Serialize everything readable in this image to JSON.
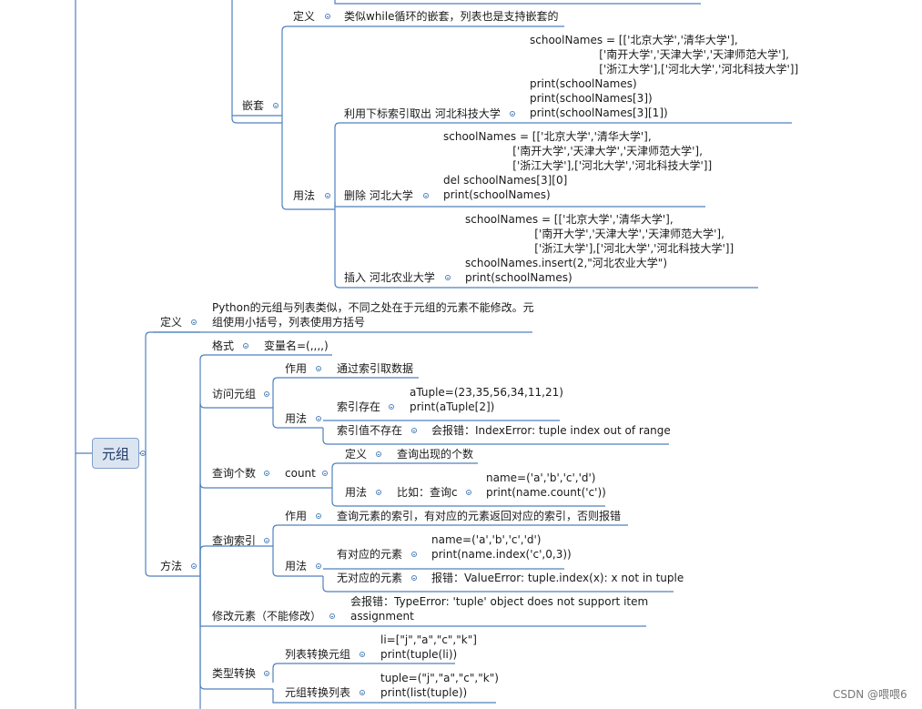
{
  "root": {
    "label": "元组"
  },
  "nesting": {
    "label": "嵌套",
    "definition": {
      "label": "定义",
      "text": "类似while循环的嵌套，列表也是支持嵌套的"
    },
    "usage": {
      "label": "用法",
      "index": {
        "label": "利用下标索引取出 河北科技大学",
        "code": "schoolNames = [['北京大学','清华大学'],\n                    ['南开大学','天津大学','天津师范大学'],\n                    ['浙江大学'],['河北大学','河北科技大学']]\nprint(schoolNames)\nprint(schoolNames[3])\nprint(schoolNames[3][1])"
      },
      "delete": {
        "label": "删除 河北大学",
        "code": "schoolNames = [['北京大学','清华大学'],\n                    ['南开大学','天津大学','天津师范大学'],\n                    ['浙江大学'],['河北大学','河北科技大学']]\ndel schoolNames[3][0]\nprint(schoolNames)"
      },
      "insert": {
        "label": "插入 河北农业大学",
        "code": "schoolNames = [['北京大学','清华大学'],\n                    ['南开大学','天津大学','天津师范大学'],\n                    ['浙江大学'],['河北大学','河北科技大学']]\nschoolNames.insert(2,\"河北农业大学\")\nprint(schoolNames)"
      }
    }
  },
  "tuple_definition": {
    "label": "定义",
    "text": "Python的元组与列表类似，不同之处在于元组的元素不能修改。元\n组使用小括号，列表使用方括号"
  },
  "methods": {
    "label": "方法",
    "format": {
      "label": "格式",
      "text": "变量名=(,,,,)"
    },
    "access": {
      "label": "访问元组",
      "purpose": {
        "label": "作用",
        "text": "通过索引取数据"
      },
      "usage": {
        "label": "用法",
        "exists": {
          "label": "索引存在",
          "code": "aTuple=(23,35,56,34,11,21)\nprint(aTuple[2])"
        },
        "missing": {
          "label": "索引值不存在",
          "text": "会报错：IndexError: tuple index out of range"
        }
      }
    },
    "count": {
      "label": "查询个数",
      "method": "count",
      "definition": {
        "label": "定义",
        "text": "查询出现的个数"
      },
      "usage": {
        "label": "用法",
        "example": "比如：查询c",
        "code": "name=('a','b','c','d')\nprint(name.count('c'))"
      }
    },
    "index": {
      "label": "查询索引",
      "purpose": {
        "label": "作用",
        "text": "查询元素的索引，有对应的元素返回对应的索引，否则报错"
      },
      "usage": {
        "label": "用法",
        "found": {
          "label": "有对应的元素",
          "code": "name=('a','b','c','d')\nprint(name.index('c',0,3))"
        },
        "notfound": {
          "label": "无对应的元素",
          "text": "报错：ValueError: tuple.index(x): x not in tuple"
        }
      }
    },
    "modify": {
      "label": "修改元素（不能修改）",
      "text": "会报错：TypeError: 'tuple' object does not support item\nassignment"
    },
    "convert": {
      "label": "类型转换",
      "list_to_tuple": {
        "label": "列表转换元组",
        "code": "li=[\"j\",\"a\",\"c\",\"k\"]\nprint(tuple(li))"
      },
      "tuple_to_list": {
        "label": "元组转换列表",
        "code": "tuple=(\"j\",\"a\",\"c\",\"k\")\nprint(list(tuple))"
      }
    }
  },
  "watermark": "CSDN @喂喂6",
  "colors": {
    "line": "#4f81bd",
    "root_fill": "#dbe5f1",
    "root_border": "#7f9fc8"
  }
}
